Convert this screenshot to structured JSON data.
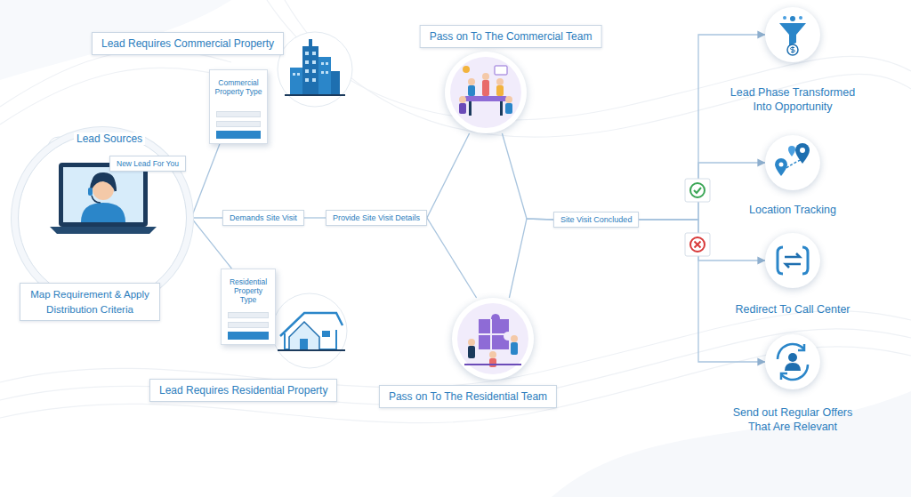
{
  "diagram": {
    "nodes": [
      {
        "text": [
          "Lead Sources"
        ]
      },
      {
        "text": [
          "New Lead For You"
        ],
        "in": 0
      },
      {
        "text": [
          "Map Requirement & Apply Distribution Criteria"
        ]
      },
      {
        "text": [
          "Lead Requires Commercial Property"
        ]
      },
      {
        "text": [
          "Commercial Property Type"
        ]
      },
      {
        "text": [
          "Lead Requires Residential Property"
        ]
      },
      {
        "text": [
          "Residential Property Type"
        ]
      },
      {
        "text": [
          "Demands Site Visit"
        ]
      },
      {
        "text": [
          "Provide Site Visit Details"
        ]
      },
      {
        "text": [
          "Pass on To The Commercial Team"
        ]
      },
      {
        "text": [
          "Pass on To The Residential Team"
        ]
      },
      {
        "text": [
          "Site Visit Concluded"
        ]
      },
      {
        "text": [
          "Lead Phase Transformed Into Opportunity"
        ]
      },
      {
        "text": [
          "Location Tracking"
        ]
      },
      {
        "text": [
          "Redirect To Call Center"
        ]
      },
      {
        "text": [
          "Send out Regular Offers That Are Relevant"
        ]
      }
    ],
    "edges": [
      {
        "from": 0,
        "to": 4,
        "arrow": "none"
      },
      {
        "from": 0,
        "to": 7,
        "arrow": "none"
      },
      {
        "from": 0,
        "to": 6,
        "arrow": "none"
      },
      {
        "from": 7,
        "to": 8,
        "arrow": "none"
      },
      {
        "from": 8,
        "to": 9,
        "arrow": "none"
      },
      {
        "from": 8,
        "to": 10,
        "arrow": "none"
      },
      {
        "from": 9,
        "to": 11,
        "arrow": "none"
      },
      {
        "from": 10,
        "to": 11,
        "arrow": "none"
      },
      {
        "from": 11,
        "to": 12,
        "arrow": "to"
      },
      {
        "from": 11,
        "to": 13,
        "arrow": "to"
      },
      {
        "from": 11,
        "to": 14,
        "arrow": "to"
      },
      {
        "from": 11,
        "to": 15,
        "arrow": "to"
      }
    ]
  }
}
